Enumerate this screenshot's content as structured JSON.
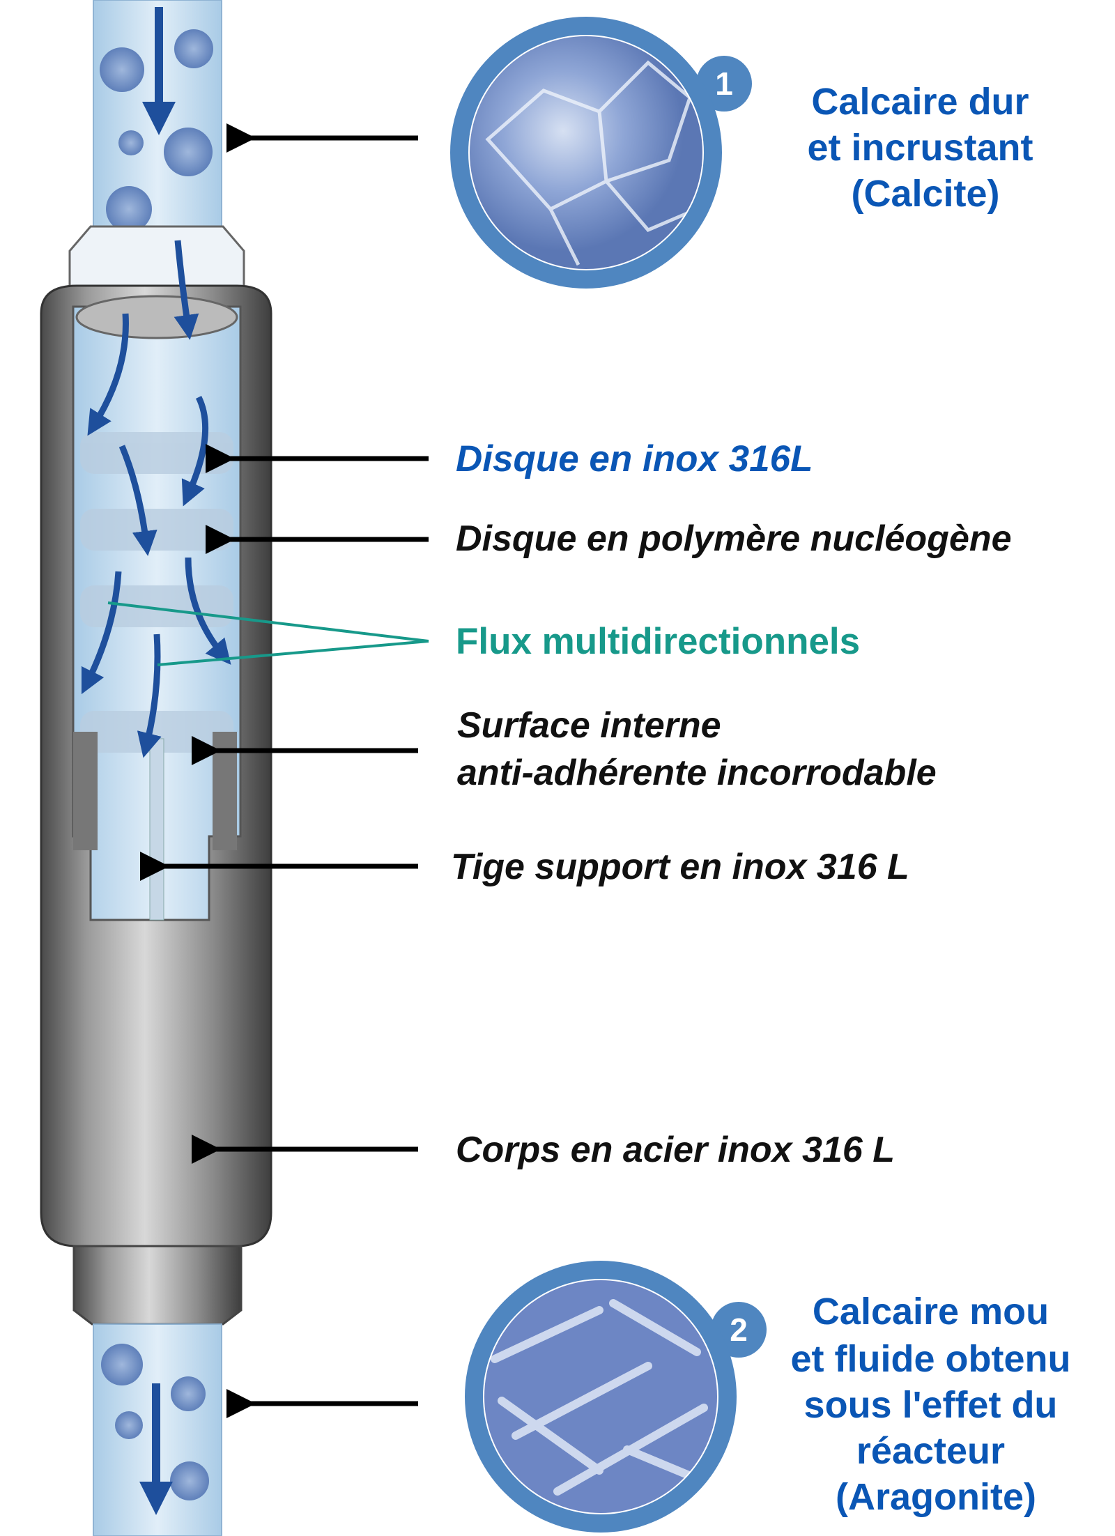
{
  "colors": {
    "ring": "#4f86c0",
    "blue_text": "#0a56b5",
    "teal": "#17998a",
    "water": "#cfe3f2",
    "arrow": "#1e4f9c",
    "steel": "#7a7a7a"
  },
  "callout_top": {
    "badge": "1",
    "lines": [
      "Calcaire dur",
      "et incrustant",
      "(Calcite)"
    ]
  },
  "callout_bottom": {
    "badge": "2",
    "lines": [
      "Calcaire mou",
      "et fluide obtenu",
      "sous l'effet du",
      "réacteur",
      "(Aragonite)"
    ]
  },
  "labels": {
    "disque_inox": "Disque en inox 316L",
    "disque_polymere": "Disque en polymère nucléogène",
    "flux": "Flux multidirectionnels",
    "surface_1": "Surface interne",
    "surface_2": "anti-adhérente incorrodable",
    "tige": "Tige support en inox 316 L",
    "corps": "Corps en acier inox 316 L"
  }
}
